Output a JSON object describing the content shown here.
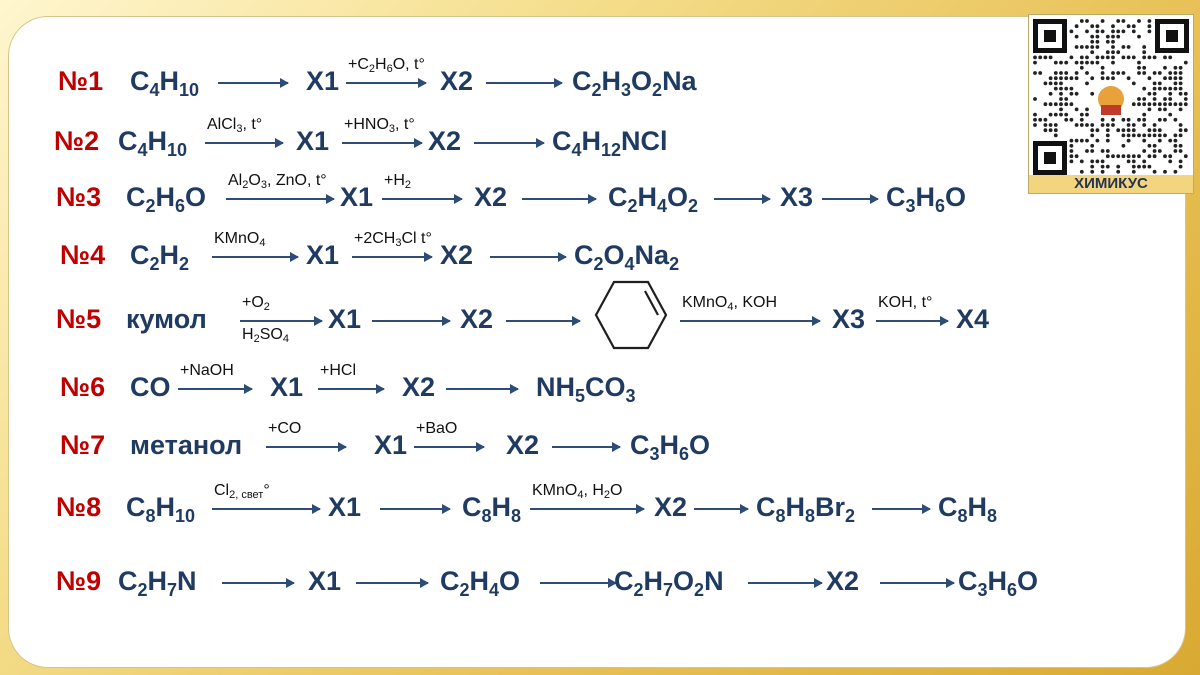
{
  "chains": [
    {
      "number": "№1",
      "steps": [
        {
          "kind": "formula",
          "text": "C_4H_{10}"
        },
        {
          "kind": "arrow",
          "above": "",
          "below": ""
        },
        {
          "kind": "formula",
          "text": "X1"
        },
        {
          "kind": "arrow",
          "above": "+C_2H_6O, t°",
          "below": ""
        },
        {
          "kind": "formula",
          "text": "X2"
        },
        {
          "kind": "arrow",
          "above": "",
          "below": ""
        },
        {
          "kind": "formula",
          "text": "C_2H_3O_2Na"
        }
      ]
    },
    {
      "number": "№2",
      "steps": [
        {
          "kind": "formula",
          "text": "C_4H_{10}"
        },
        {
          "kind": "arrow",
          "above": "AlCl_3, t°",
          "below": ""
        },
        {
          "kind": "formula",
          "text": "X1"
        },
        {
          "kind": "arrow",
          "above": "+HNO_3, t°",
          "below": ""
        },
        {
          "kind": "formula",
          "text": "X2"
        },
        {
          "kind": "arrow",
          "above": "",
          "below": ""
        },
        {
          "kind": "formula",
          "text": "C_4H_{12}NCl"
        }
      ]
    },
    {
      "number": "№3",
      "steps": [
        {
          "kind": "formula",
          "text": "C_2H_6O"
        },
        {
          "kind": "arrow",
          "above": "Al_2O_3, ZnO, t°",
          "below": ""
        },
        {
          "kind": "formula",
          "text": "X1"
        },
        {
          "kind": "arrow",
          "above": "+H_2",
          "below": ""
        },
        {
          "kind": "formula",
          "text": "X2"
        },
        {
          "kind": "arrow",
          "above": "",
          "below": ""
        },
        {
          "kind": "formula",
          "text": "C_2H_4O_2"
        },
        {
          "kind": "arrow",
          "above": "",
          "below": ""
        },
        {
          "kind": "formula",
          "text": "X3"
        },
        {
          "kind": "arrow",
          "above": "",
          "below": ""
        },
        {
          "kind": "formula",
          "text": "C_3H_6O"
        }
      ]
    },
    {
      "number": "№4",
      "steps": [
        {
          "kind": "formula",
          "text": "C_2H_2"
        },
        {
          "kind": "arrow",
          "above": "KMnO_4",
          "below": ""
        },
        {
          "kind": "formula",
          "text": "X1"
        },
        {
          "kind": "arrow",
          "above": "+2CH_3Cl t°",
          "below": ""
        },
        {
          "kind": "formula",
          "text": "X2"
        },
        {
          "kind": "arrow",
          "above": "",
          "below": ""
        },
        {
          "kind": "formula",
          "text": "C_2O_4Na_2"
        }
      ]
    },
    {
      "number": "№5",
      "steps": [
        {
          "kind": "formula",
          "text": "кумол"
        },
        {
          "kind": "arrow",
          "above": "+O_2",
          "below": "H_2SO_4"
        },
        {
          "kind": "formula",
          "text": "X1"
        },
        {
          "kind": "arrow",
          "above": "",
          "below": ""
        },
        {
          "kind": "formula",
          "text": "X2"
        },
        {
          "kind": "arrow",
          "above": "",
          "below": ""
        },
        {
          "kind": "structure",
          "name": "cyclohexene-structure"
        },
        {
          "kind": "arrow",
          "above": "KMnO_4, KOH",
          "below": ""
        },
        {
          "kind": "formula",
          "text": "X3"
        },
        {
          "kind": "arrow",
          "above": "KOH, t°",
          "below": ""
        },
        {
          "kind": "formula",
          "text": "X4"
        }
      ]
    },
    {
      "number": "№6",
      "steps": [
        {
          "kind": "formula",
          "text": "CO"
        },
        {
          "kind": "arrow",
          "above": "+NaOH",
          "below": ""
        },
        {
          "kind": "formula",
          "text": "X1"
        },
        {
          "kind": "arrow",
          "above": "+HCl",
          "below": ""
        },
        {
          "kind": "formula",
          "text": "X2"
        },
        {
          "kind": "arrow",
          "above": "",
          "below": ""
        },
        {
          "kind": "formula",
          "text": "NH_5CO_3"
        }
      ]
    },
    {
      "number": "№7",
      "steps": [
        {
          "kind": "formula",
          "text": "метанол"
        },
        {
          "kind": "arrow",
          "above": "+CO",
          "below": ""
        },
        {
          "kind": "formula",
          "text": "X1"
        },
        {
          "kind": "arrow",
          "above": "+BaO",
          "below": ""
        },
        {
          "kind": "formula",
          "text": "X2"
        },
        {
          "kind": "arrow",
          "above": "",
          "below": ""
        },
        {
          "kind": "formula",
          "text": "C_3H_6O"
        }
      ]
    },
    {
      "number": "№8",
      "steps": [
        {
          "kind": "formula",
          "text": "C_8H_{10}"
        },
        {
          "kind": "arrow",
          "above": "Cl_{2, свет}°",
          "below": ""
        },
        {
          "kind": "formula",
          "text": "X1"
        },
        {
          "kind": "arrow",
          "above": "",
          "below": ""
        },
        {
          "kind": "formula",
          "text": "C_8H_8"
        },
        {
          "kind": "arrow",
          "above": "KMnO_4, H_2O",
          "below": ""
        },
        {
          "kind": "formula",
          "text": "X2"
        },
        {
          "kind": "arrow",
          "above": "",
          "below": ""
        },
        {
          "kind": "formula",
          "text": "C_8H_8Br_2"
        },
        {
          "kind": "arrow",
          "above": "",
          "below": ""
        },
        {
          "kind": "formula",
          "text": "C_8H_8"
        }
      ]
    },
    {
      "number": "№9",
      "steps": [
        {
          "kind": "formula",
          "text": "C_2H_7N"
        },
        {
          "kind": "arrow",
          "above": "",
          "below": ""
        },
        {
          "kind": "formula",
          "text": "X1"
        },
        {
          "kind": "arrow",
          "above": "",
          "below": ""
        },
        {
          "kind": "formula",
          "text": "C_2H_4O"
        },
        {
          "kind": "arrow",
          "above": "",
          "below": ""
        },
        {
          "kind": "formula",
          "text": "C_2H_7O_2N"
        },
        {
          "kind": "arrow",
          "above": "",
          "below": ""
        },
        {
          "kind": "formula",
          "text": "X2"
        },
        {
          "kind": "arrow",
          "above": "",
          "below": ""
        },
        {
          "kind": "formula",
          "text": "C_3H_6O"
        }
      ]
    }
  ],
  "logo": {
    "text": "ХИМИКУС",
    "icon": "qr-code-icon"
  },
  "colors": {
    "number": "#c00000",
    "formula": "#1f3b62",
    "arrow": "#2d4c76",
    "background_gold": "#e9c45c"
  }
}
